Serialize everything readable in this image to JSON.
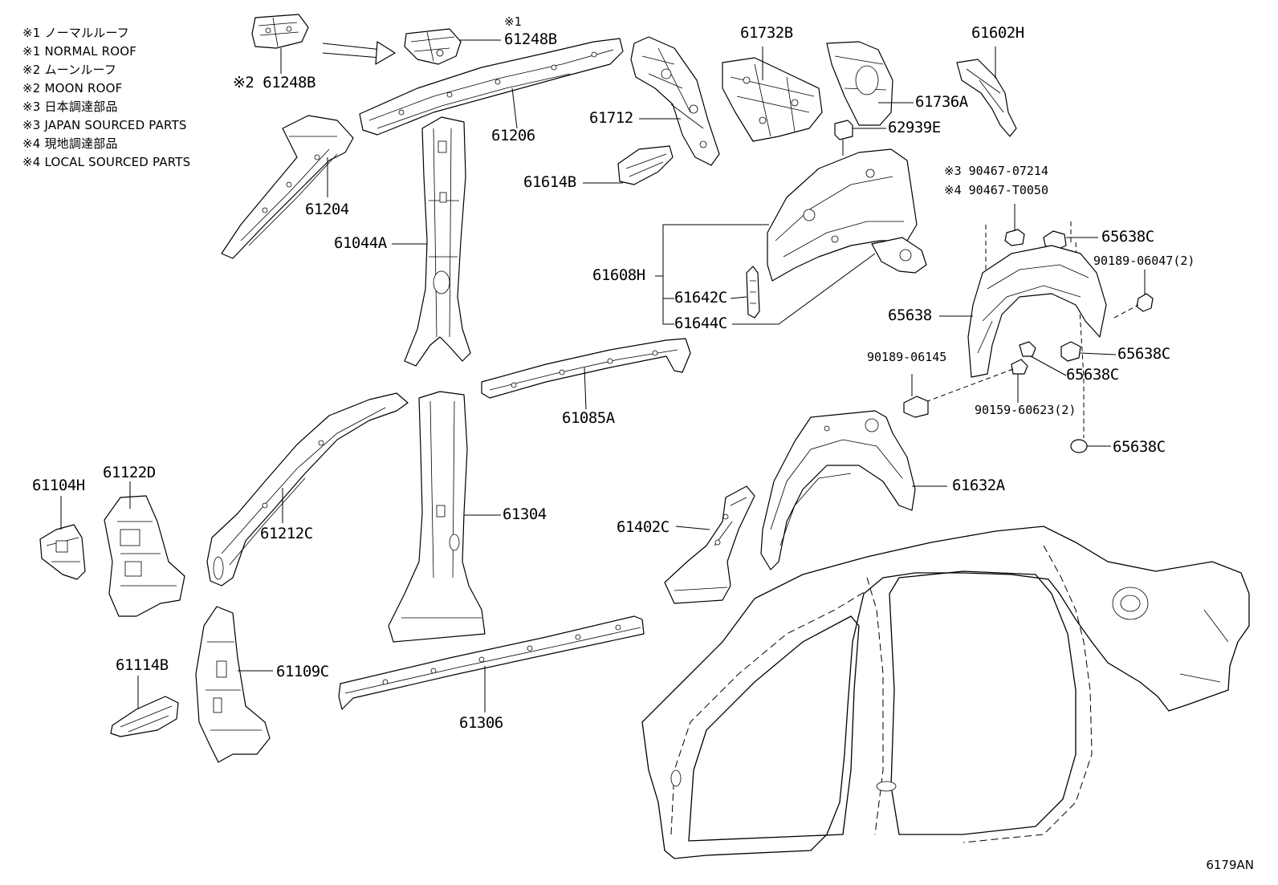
{
  "legend": [
    "※1 ノーマルルーフ",
    "※1 NORMAL ROOF",
    "※2 ムーンルーフ",
    "※2 MOON ROOF",
    "※3 日本調達部品",
    "※3 JAPAN SOURCED PARTS",
    "※4 現地調達部品",
    "※4 LOCAL SOURCED PARTS"
  ],
  "parts": {
    "p61248b_moon": "※2 61248B",
    "p61248b_note": "※1",
    "p61248b": "61248B",
    "p61204": "61204",
    "p61206": "61206",
    "p61044a": "61044A",
    "p61712": "61712",
    "p61614b": "61614B",
    "p61732b": "61732B",
    "p61736a": "61736A",
    "p61602h": "61602H",
    "p62939e": "62939E",
    "p61608h": "61608H",
    "p61642c": "61642C",
    "p61644c": "61644C",
    "p90467_07214": "※3 90467-07214",
    "p90467_t0050": "※4 90467-T0050",
    "p65638c_1": "65638C",
    "p90189_06047": "90189-06047(2)",
    "p65638": "65638",
    "p65638c_2": "65638C",
    "p90189_06145": "90189-06145",
    "p65638c_3": "65638C",
    "p90159_60623": "90159-60623(2)",
    "p65638c_4": "65638C",
    "p61085a": "61085A",
    "p61632a": "61632A",
    "p61212c": "61212C",
    "p61304": "61304",
    "p61402c": "61402C",
    "p61104h": "61104H",
    "p61122d": "61122D",
    "p61114b": "61114B",
    "p61109c": "61109C",
    "p61306": "61306"
  },
  "diagram_code": "6179AN"
}
